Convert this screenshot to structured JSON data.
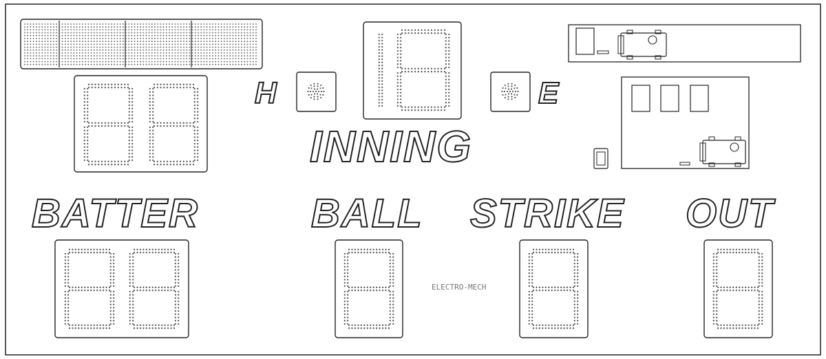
{
  "labels": {
    "home": "H",
    "errors": "E",
    "inning": "INNING",
    "batter": "BATTER",
    "ball": "BALL",
    "strike": "STRIKE",
    "out": "OUT",
    "brand": "ELECTRO-MECH"
  },
  "displays": {
    "team_name_panel": {
      "segments": 4
    },
    "home_hits": {
      "digits": 2,
      "shown": "88"
    },
    "inning": {
      "digits": 1,
      "shown": "8",
      "leading_one": true
    },
    "batter": {
      "digits": 2,
      "shown": "88"
    },
    "ball": {
      "digits": 1,
      "shown": "8"
    },
    "strike": {
      "digits": 1,
      "shown": "8"
    },
    "out": {
      "digits": 1,
      "shown": "8"
    }
  },
  "indicators": [
    "hit-indicator",
    "error-indicator"
  ],
  "colors": {
    "background": "#ffffff",
    "outline": "#222222",
    "dots": "#555555"
  }
}
